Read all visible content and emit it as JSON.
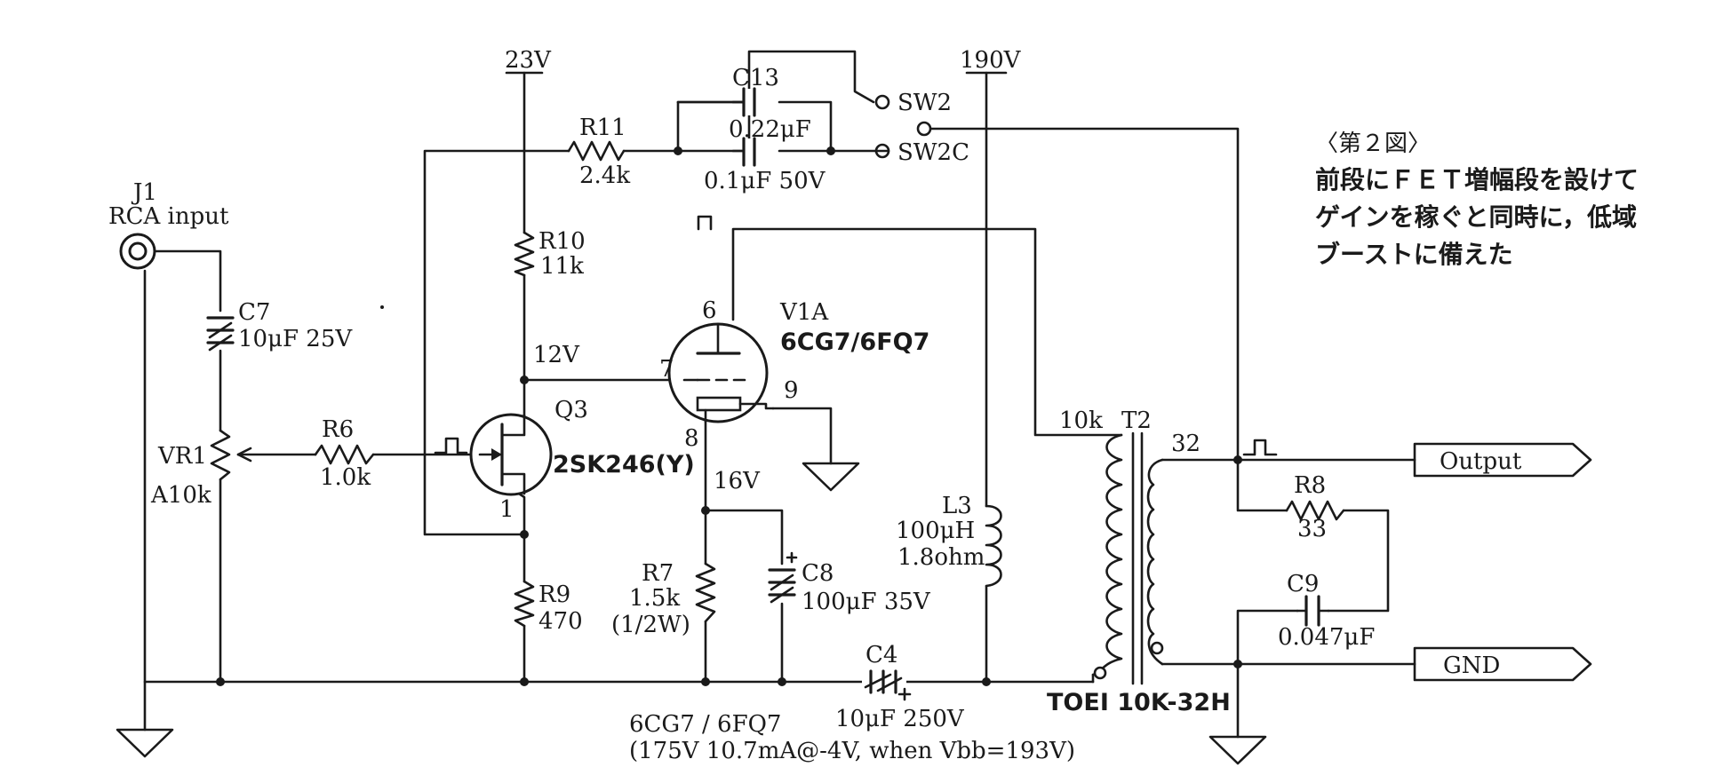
{
  "rails": {
    "v23": "23V",
    "v190": "190V",
    "v12": "12V",
    "v16": "16V"
  },
  "j1": {
    "ref": "J1",
    "desc": "RCA input"
  },
  "c7": {
    "ref": "C7",
    "value": "10μF 25V"
  },
  "vr1": {
    "ref": "VR1",
    "value": "A10k"
  },
  "r6": {
    "ref": "R6",
    "value": "1.0k"
  },
  "r11": {
    "ref": "R11",
    "value": "2.4k"
  },
  "c13": {
    "ref": "C13",
    "value": "0.22μF"
  },
  "c_fb": {
    "value": "0.1μF 50V"
  },
  "sw2": {
    "ref": "SW2"
  },
  "sw2c": {
    "ref": "SW2C"
  },
  "r10": {
    "ref": "R10",
    "value": "11k"
  },
  "q3": {
    "ref": "Q3",
    "part": "2SK246(Y)",
    "pin1": "1"
  },
  "r9": {
    "ref": "R9",
    "value": "470"
  },
  "v1a": {
    "ref": "V1A",
    "part": "6CG7/6FQ7",
    "pin6": "6",
    "pin7": "7",
    "pin8": "8",
    "pin9": "9"
  },
  "r7": {
    "ref": "R7",
    "value": "1.5k",
    "power": "(1/2W)"
  },
  "c8": {
    "ref": "C8",
    "value": "100μF 35V"
  },
  "c4": {
    "ref": "C4",
    "value": "10μF 250V"
  },
  "l3": {
    "ref": "L3",
    "value": "100μH",
    "dcr": "1.8ohm"
  },
  "t2": {
    "ref": "T2",
    "primary": "10k",
    "secondary": "32",
    "part": "TOEI 10K-32H"
  },
  "r8": {
    "ref": "R8",
    "value": "33"
  },
  "c9": {
    "ref": "C9",
    "value": "0.047μF"
  },
  "ports": {
    "output": "Output",
    "gnd": "GND"
  },
  "tube_note": {
    "line1": "6CG7 / 6FQ7",
    "line2": "(175V 10.7mA@-4V, when Vbb=193V)"
  },
  "figure_note": {
    "title": "〈第２図〉",
    "line1": "前段にＦＥＴ増幅段を設けて",
    "line2": "ゲインを稼ぐと同時に，低域",
    "line3": "ブーストに備えた"
  }
}
